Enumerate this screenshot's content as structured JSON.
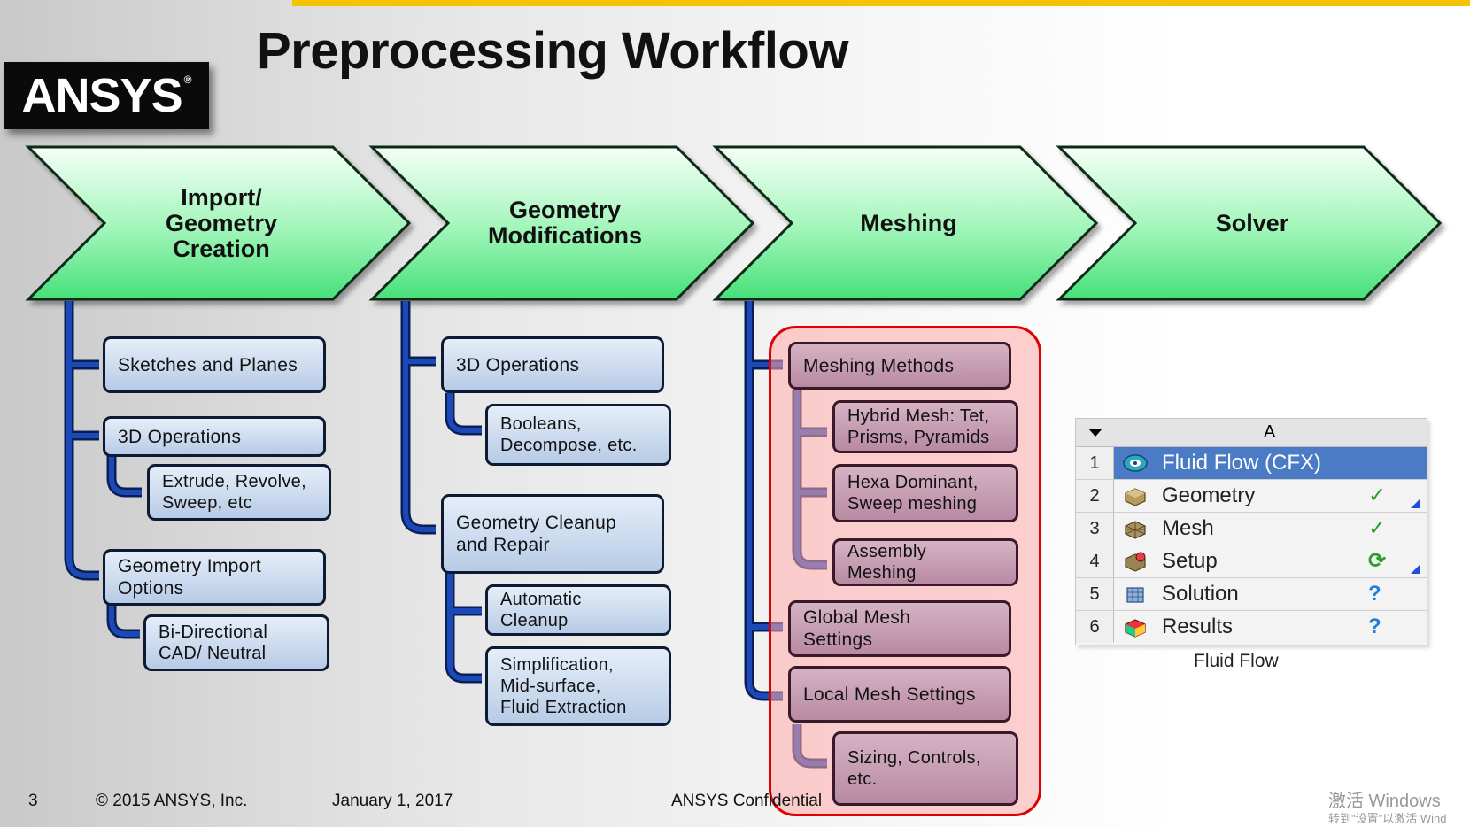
{
  "title": "Preprocessing Workflow",
  "logo": {
    "text": "ANSYS",
    "reg": "®"
  },
  "stages": [
    {
      "label": "Import/\nGeometry\nCreation"
    },
    {
      "label": "Geometry\nModifications"
    },
    {
      "label": "Meshing"
    },
    {
      "label": "Solver"
    }
  ],
  "import_items": {
    "sketches": "Sketches and Planes",
    "ops3d": "3D Operations",
    "extrude": "Extrude, Revolve,\nSweep, etc",
    "geom_import": "Geometry Import\nOptions",
    "bidir": "Bi-Directional\nCAD/ Neutral"
  },
  "geom_items": {
    "ops3d": "3D Operations",
    "booleans": "Booleans,\nDecompose, etc.",
    "cleanup": "Geometry Cleanup\nand Repair",
    "auto_cleanup": "Automatic\nCleanup",
    "simplification": "Simplification,\nMid-surface,\nFluid Extraction"
  },
  "mesh_items": {
    "methods": "Meshing Methods",
    "hybrid": "Hybrid Mesh: Tet,\nPrisms, Pyramids",
    "hexa": "Hexa Dominant,\nSweep meshing",
    "assembly": "Assembly\nMeshing",
    "global": "Global Mesh\nSettings",
    "local": "Local Mesh Settings",
    "sizing": "Sizing, Controls,\netc."
  },
  "fluid_flow": {
    "column": "A",
    "caption": "Fluid Flow",
    "rows": [
      {
        "num": "1",
        "label": "Fluid Flow (CFX)",
        "icon": "cfx-icon",
        "status": ""
      },
      {
        "num": "2",
        "label": "Geometry",
        "icon": "geometry-icon",
        "status": "✓"
      },
      {
        "num": "3",
        "label": "Mesh",
        "icon": "mesh-icon",
        "status": "✓"
      },
      {
        "num": "4",
        "label": "Setup",
        "icon": "setup-icon",
        "status": "⟳"
      },
      {
        "num": "5",
        "label": "Solution",
        "icon": "solution-icon",
        "status": "?"
      },
      {
        "num": "6",
        "label": "Results",
        "icon": "results-icon",
        "status": "?"
      }
    ]
  },
  "footer": {
    "page": "3",
    "copyright": "© 2015 ANSYS, Inc.",
    "date": "January 1, 2017",
    "confidential": "ANSYS Confidential"
  },
  "watermark": {
    "line1": "激活 Windows",
    "line2": "转到\"设置\"以激活 Wind"
  },
  "colors": {
    "accent_bar": "#f5c300",
    "arrow_green": "#4de67e",
    "flow_blue": "#1b49b8",
    "highlight_red": "#e00000",
    "selected_row": "#4a7bc4"
  }
}
